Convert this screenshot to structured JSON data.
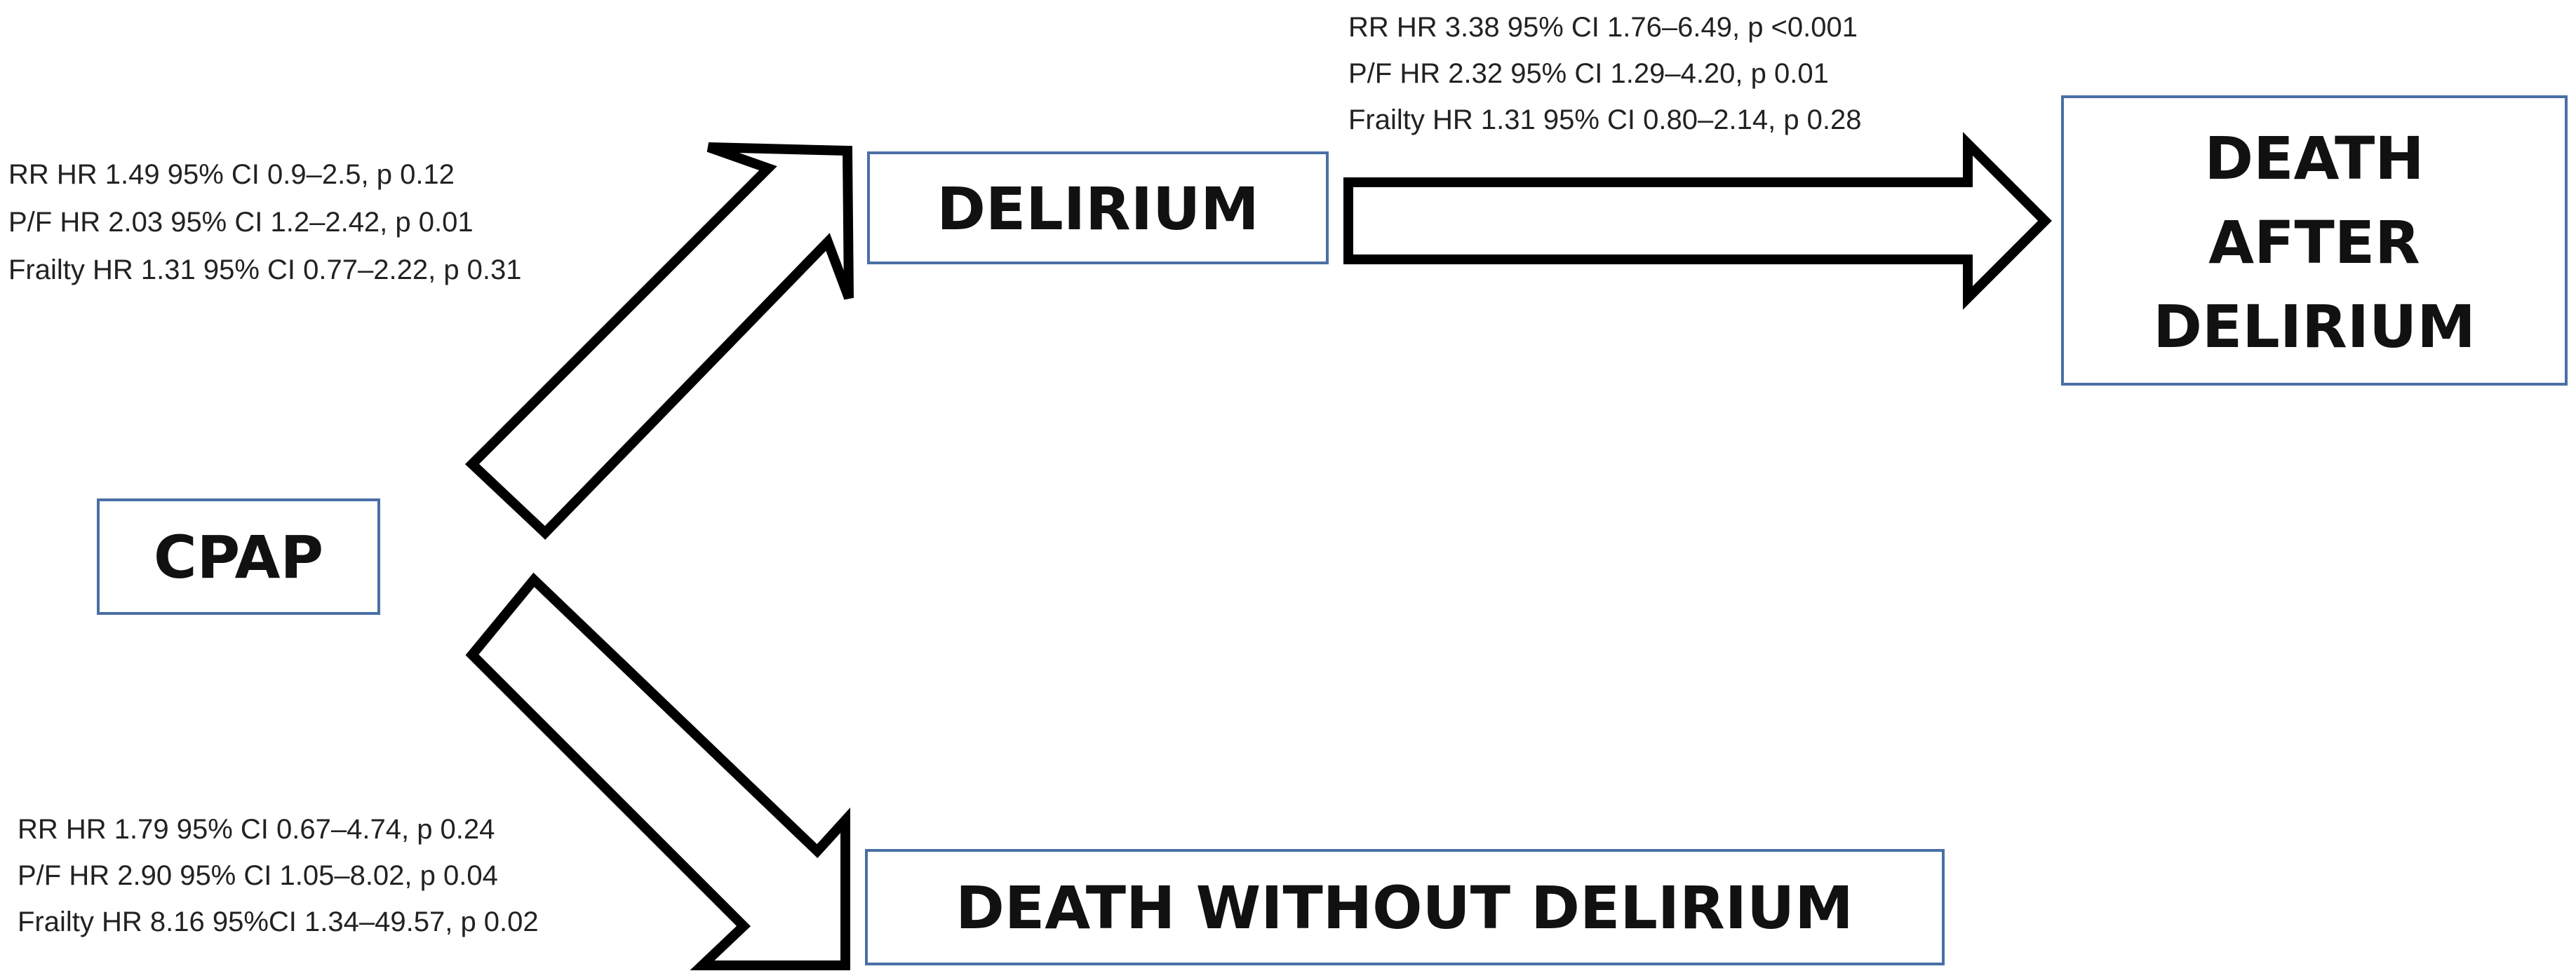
{
  "nodes": {
    "cpap": {
      "label": "CPAP"
    },
    "delirium": {
      "label": "DELIRIUM"
    },
    "death_after_delirium": {
      "lines": [
        "DEATH",
        "AFTER",
        "DELIRIUM"
      ]
    },
    "death_without_delirium": {
      "label": "DEATH WITHOUT DELIRIUM"
    }
  },
  "edges": {
    "cpap_to_delirium": {
      "stats": [
        "RR HR 1.49 95% CI 0.9–2.5, p 0.12",
        "P/F HR 2.03 95% CI 1.2–2.42, p 0.01",
        "Frailty HR 1.31 95% CI 0.77–2.22, p 0.31"
      ]
    },
    "delirium_to_death": {
      "stats": [
        "RR HR 3.38 95% CI 1.76–6.49, p <0.001",
        "P/F HR 2.32 95% CI 1.29–4.20, p 0.01",
        "Frailty HR 1.31 95% CI 0.80–2.14, p 0.28"
      ]
    },
    "cpap_to_death_without_delirium": {
      "stats": [
        "RR HR 1.79 95% CI 0.67–4.74, p 0.24",
        "P/F HR 2.90 95% CI  1.05–8.02, p 0.04",
        "Frailty HR 8.16 95%CI 1.34–49.57,  p 0.02"
      ]
    }
  },
  "colors": {
    "box_border": "#4a6fa5",
    "arrow_stroke": "#000000",
    "text": "#111111"
  }
}
